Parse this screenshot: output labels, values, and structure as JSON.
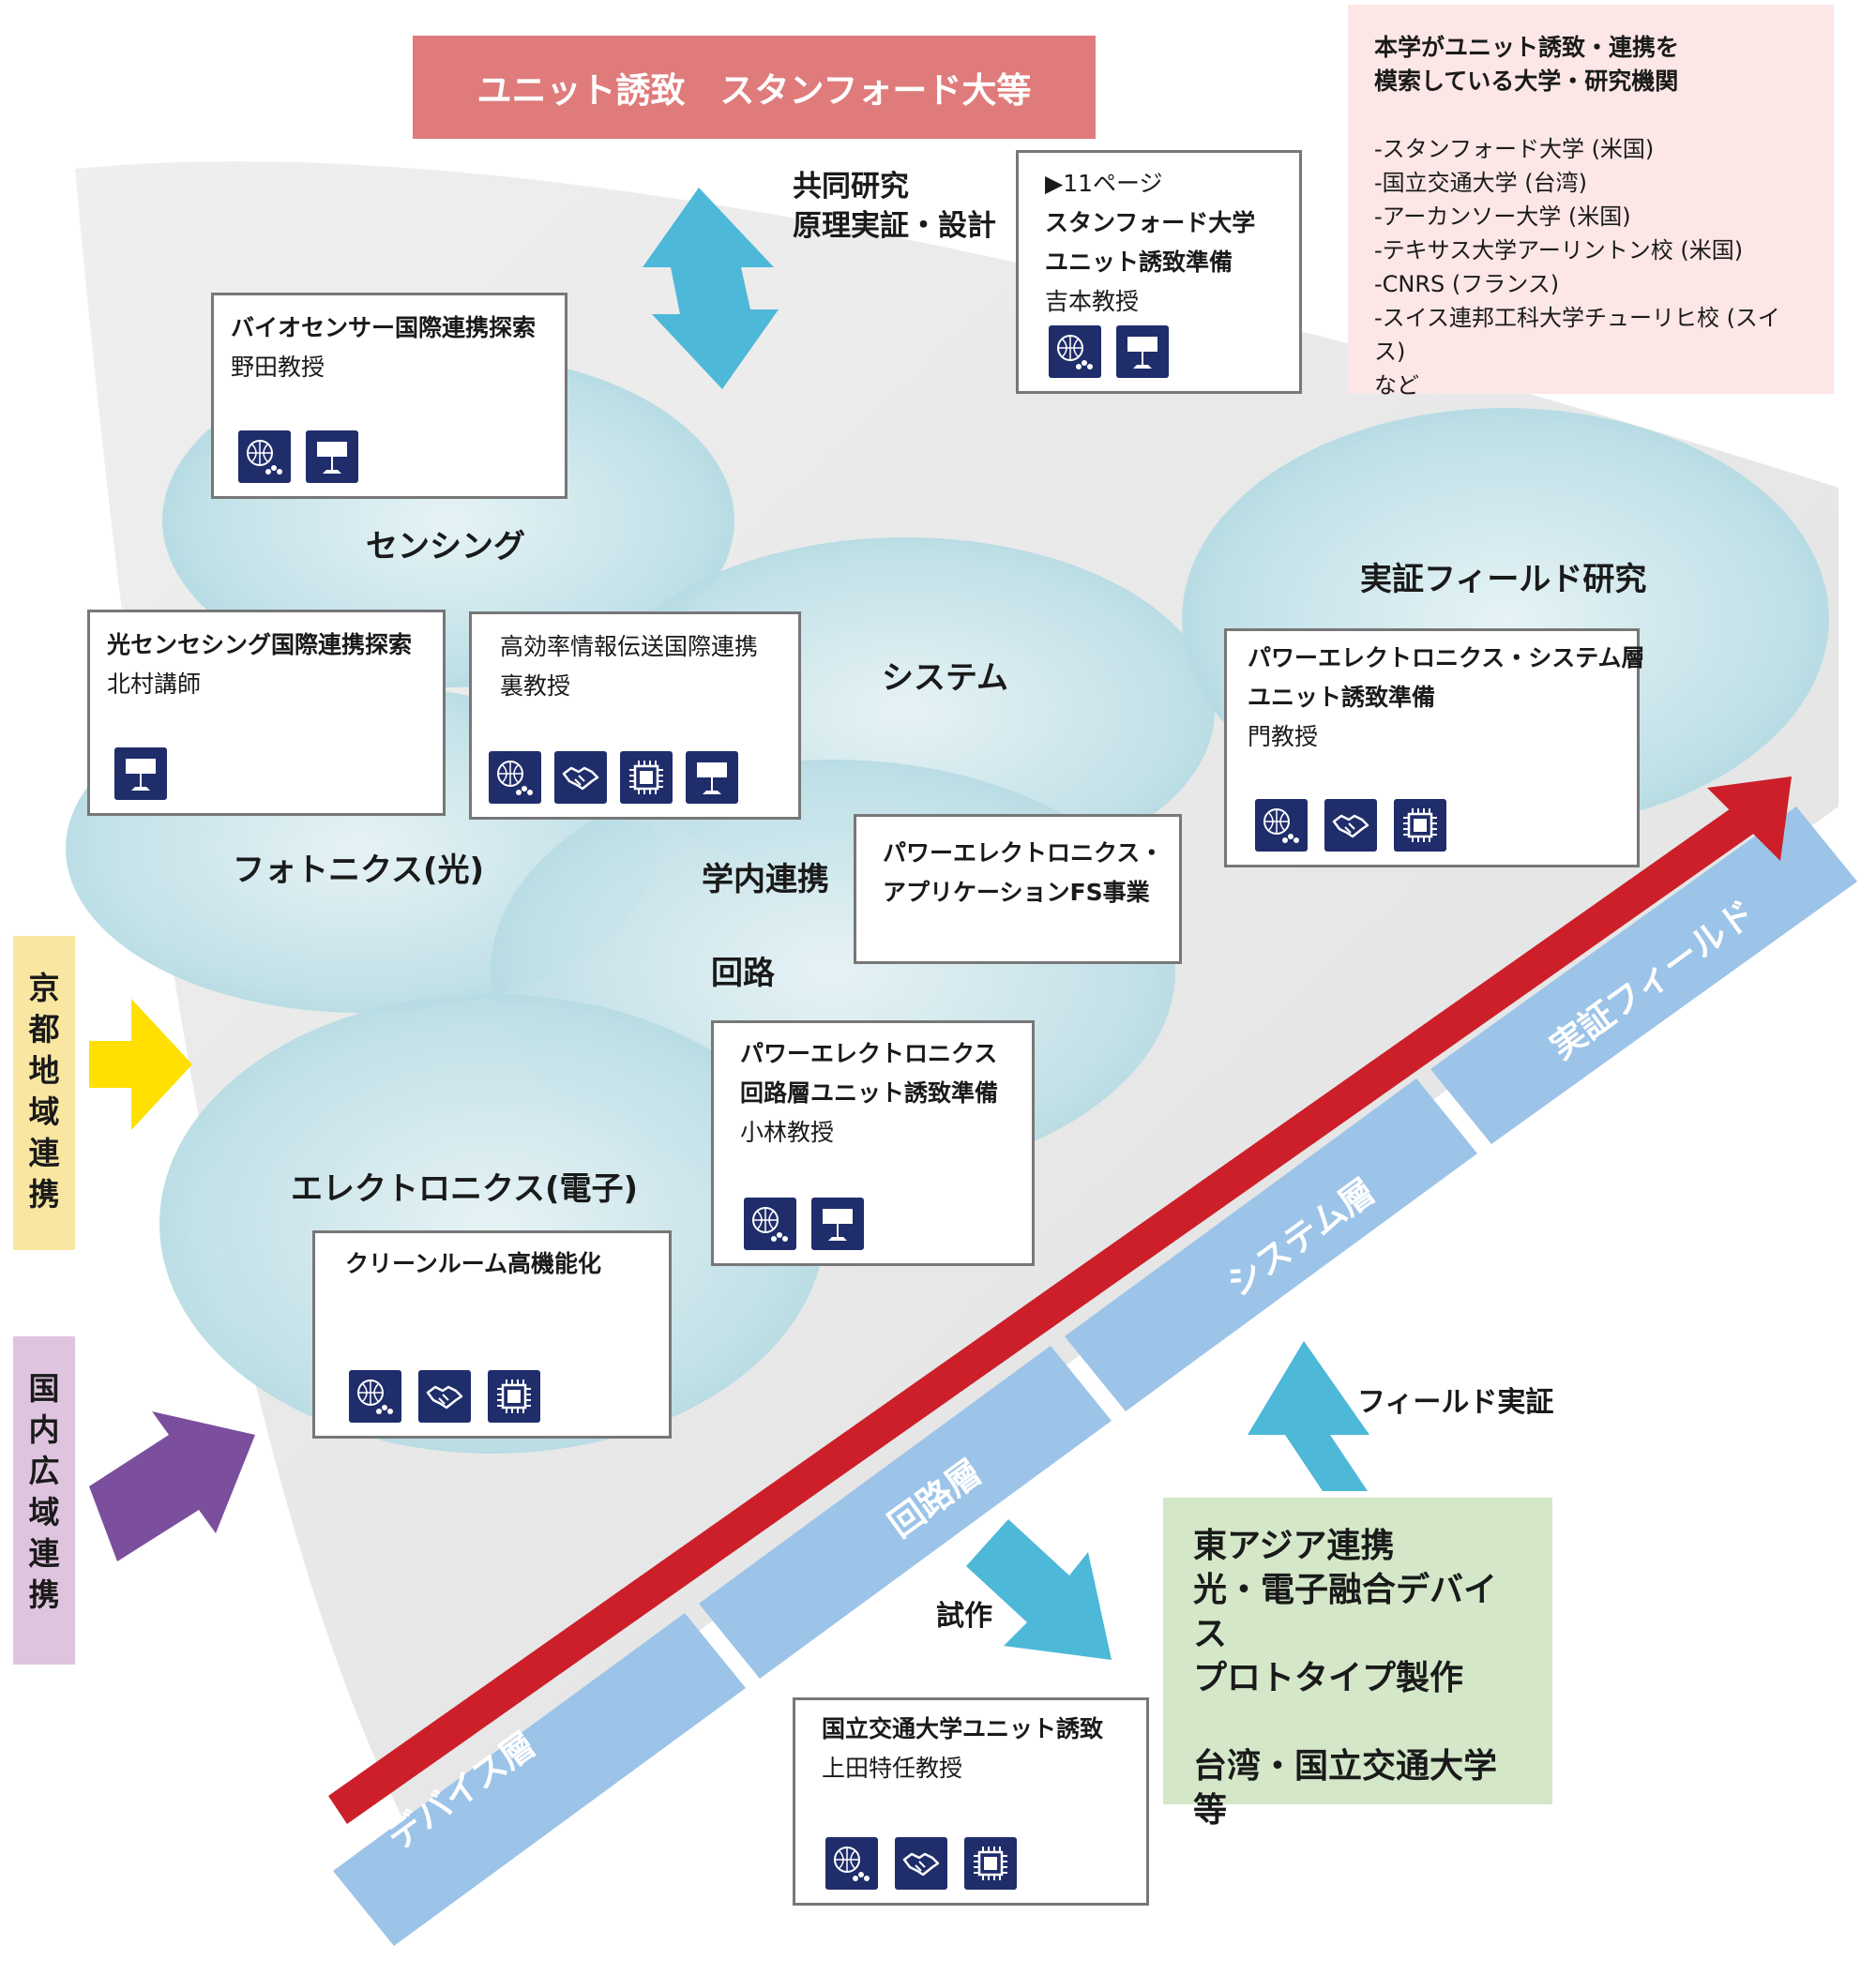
{
  "top_banner": "ユニット誘致　スタンフォード大等",
  "top_arrow_label": [
    "共同研究",
    "原理実証・設計"
  ],
  "stanford_box": {
    "lines": [
      "▶11ページ",
      "スタンフォード大学",
      "ユニット誘致準備"
    ],
    "name": "吉本教授"
  },
  "info_box": {
    "title": [
      "本学がユニット誘致・連携を",
      "模索している大学・研究機関"
    ],
    "items": [
      "-スタンフォード大学 (米国)",
      "-国立交通大学 (台湾)",
      "-アーカンソー大学 (米国)",
      "-テキサス大学アーリントン校 (米国)",
      "-CNRS (フランス)",
      "-スイス連邦工科大学チューリヒ校 (スイス)",
      "など"
    ]
  },
  "areas": {
    "sensing": "センシング",
    "system": "システム",
    "field": "実証フィールド研究",
    "photonics": "フォトニクス(光)",
    "campus": "学内連携",
    "circuit": "回路",
    "electronics": "エレクトロニクス(電子)"
  },
  "boxes": {
    "bio": {
      "title": "バイオセンサー国際連携探索",
      "name": "野田教授"
    },
    "optical": {
      "title": "光センセシング国際連携探索",
      "name": "北村講師"
    },
    "efficient": {
      "title": "高効率情報伝送国際連携",
      "name": "裏教授"
    },
    "power_sys": {
      "lines": [
        "パワーエレクトロニクス・システム層",
        "ユニット誘致準備"
      ],
      "name": "門教授"
    },
    "power_app": {
      "lines": [
        "パワーエレクトロニクス・",
        "アプリケーションFS事業"
      ]
    },
    "power_circ": {
      "lines": [
        "パワーエレクトロニクス",
        "回路層ユニット誘致準備"
      ],
      "name": "小林教授"
    },
    "clean": {
      "title": "クリーンルーム高機能化"
    },
    "nctu": {
      "title": "国立交通大学ユニット誘致",
      "name": "上田特任教授"
    }
  },
  "side_labels": {
    "kyoto": [
      "京",
      "都",
      "地",
      "域",
      "連",
      "携"
    ],
    "domestic": [
      "国",
      "内",
      "広",
      "域",
      "連",
      "携"
    ]
  },
  "layers": [
    "デバイス層",
    "回路層",
    "システム層",
    "実証フィールド"
  ],
  "arrows": {
    "field_demo": "フィールド実証",
    "prototype": "試作"
  },
  "green_box": [
    "東アジア連携",
    "光・電子融合デバイス",
    "プロトタイプ製作",
    "",
    "台湾・国立交通大学等"
  ],
  "colors": {
    "banner": "#e07b7b",
    "info_bg": "#fce6e6",
    "green_bg": "#d4e8c9",
    "yellow": "#ffe000",
    "purple": "#7b4f9d",
    "kyoto_bg": "#f9e7a1",
    "domestic_bg": "#dfc4df",
    "icon": "#1f2d6b",
    "red_arrow": "#cc1f2a",
    "layer": "#9cc3e8",
    "cyan_arrow": "#4db8d8"
  }
}
